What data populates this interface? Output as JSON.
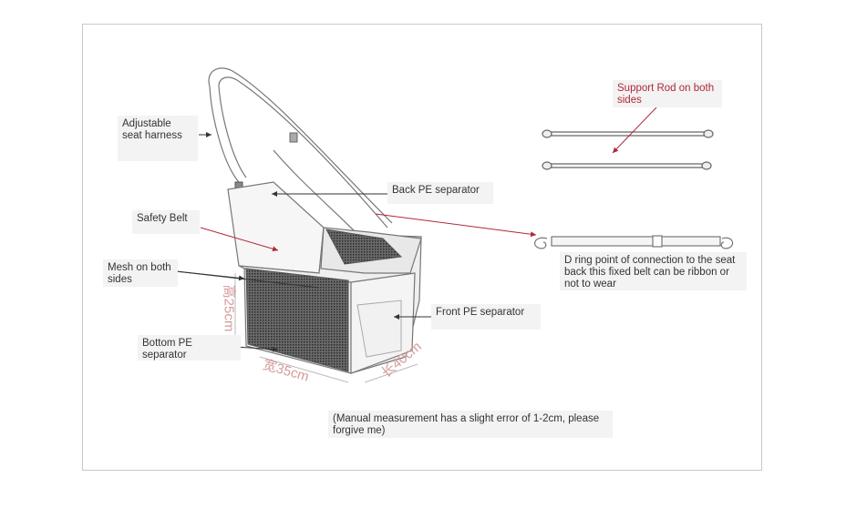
{
  "labels": {
    "harness": "Adjustable\nseat harness",
    "back_pe": "Back PE separator",
    "safety_belt": "Safety Belt",
    "mesh": "Mesh on both\nsides",
    "bottom_pe": "Bottom PE\nseparator",
    "front_pe": "Front PE separator",
    "support_rod": "Support Rod on both\nsides",
    "d_ring": "D ring point of connection to the seat\nback this fixed belt can be ribbon or\nnot to wear",
    "note": "(Manual measurement has a slight error of 1-2cm, please\nforgive me)"
  },
  "dimensions": {
    "height": "高25cm",
    "width": "宽35cm",
    "length": "长40cm"
  },
  "colors": {
    "red_accent": "#b0283a",
    "line": "#444444",
    "label_bg": "#f3f3f3"
  }
}
